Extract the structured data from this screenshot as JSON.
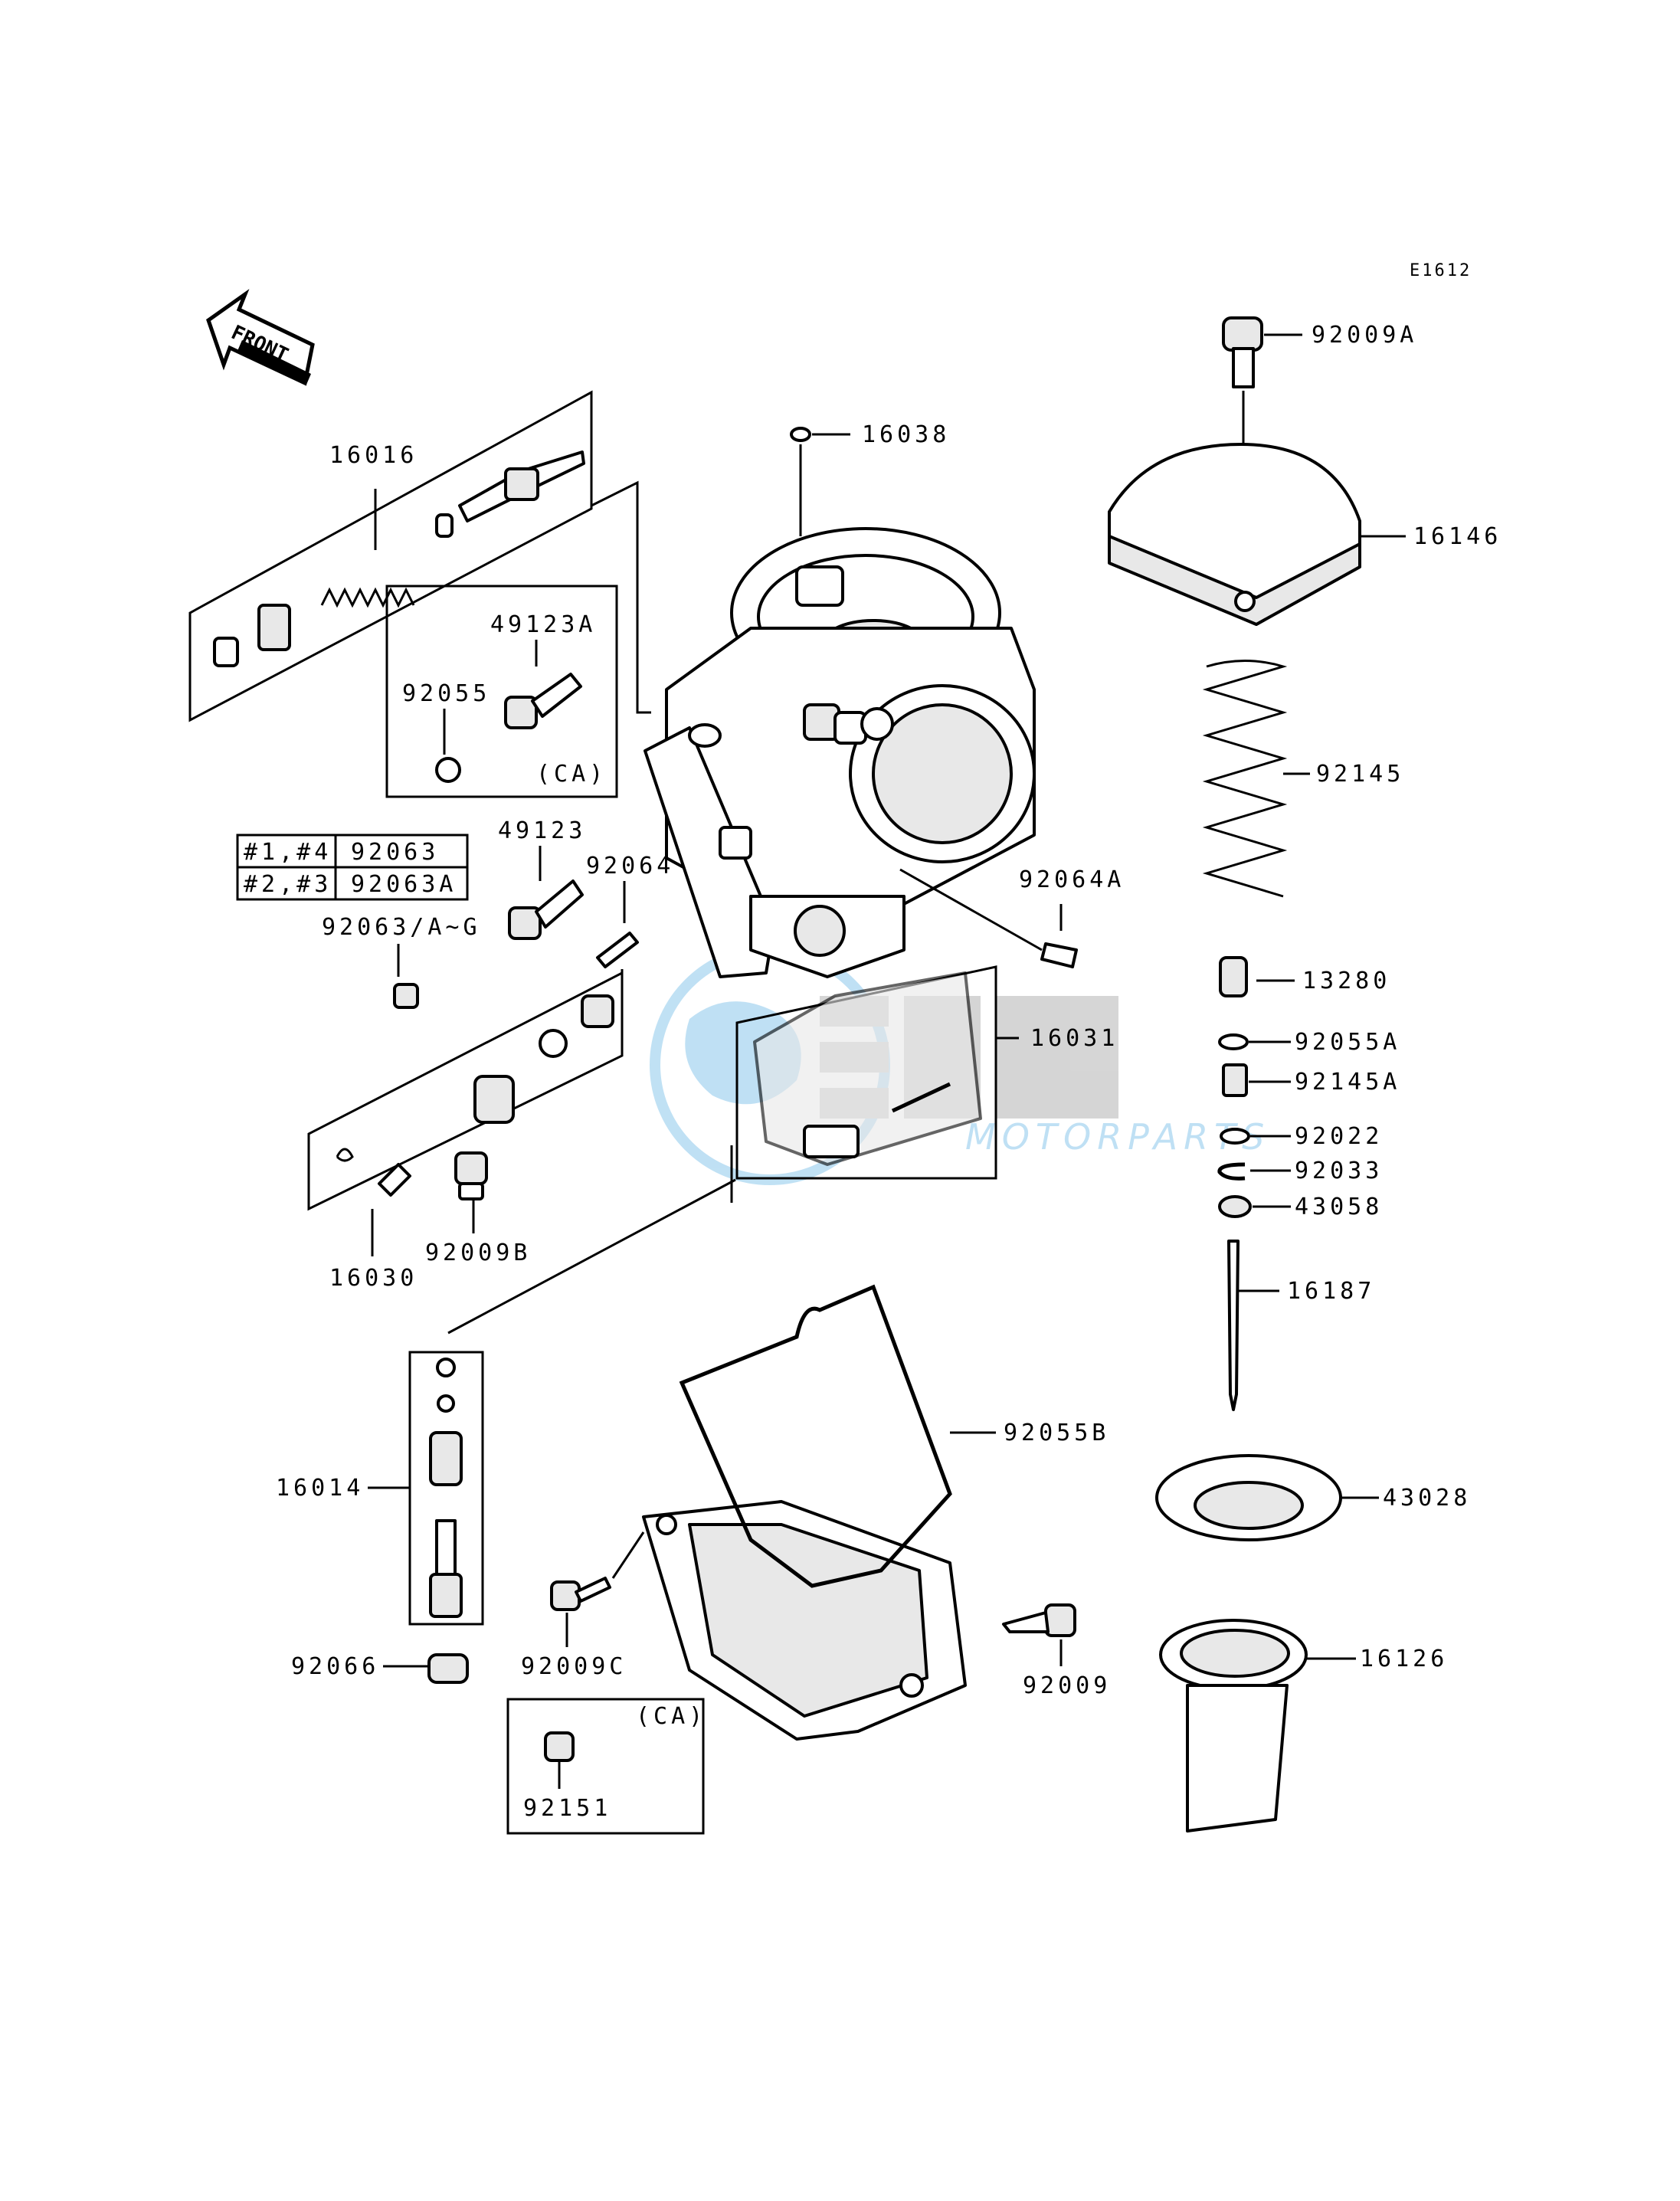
{
  "diagram_code": "E1612",
  "front_label": "FRONT",
  "labels": {
    "p16016": "16016",
    "p49123A": "49123A",
    "p92055": "92055",
    "ca_1": "(CA)",
    "p49123": "49123",
    "p92064": "92064",
    "p92063AG": "92063/A~G",
    "p16030": "16030",
    "p92009B": "92009B",
    "p16038": "16038",
    "p92064A": "92064A",
    "p16031": "16031",
    "p92009A": "92009A",
    "p16146": "16146",
    "p92145": "92145",
    "p13280": "13280",
    "p92055A": "92055A",
    "p92145A": "92145A",
    "p92022": "92022",
    "p92033": "92033",
    "p43058": "43058",
    "p16187": "16187",
    "p16014": "16014",
    "p92055B": "92055B",
    "p43028": "43028",
    "p92066": "92066",
    "p92009C": "92009C",
    "p92009": "92009",
    "p16126": "16126",
    "ca_2": "(CA)",
    "p92151": "92151"
  },
  "variant_table": {
    "rows": [
      {
        "cyl": "#1,#4",
        "part": "92063"
      },
      {
        "cyl": "#2,#3",
        "part": "92063A"
      }
    ]
  },
  "watermark": {
    "brand": "OEM",
    "sub": "MOTORPARTS",
    "color": "#4aa8e0"
  }
}
